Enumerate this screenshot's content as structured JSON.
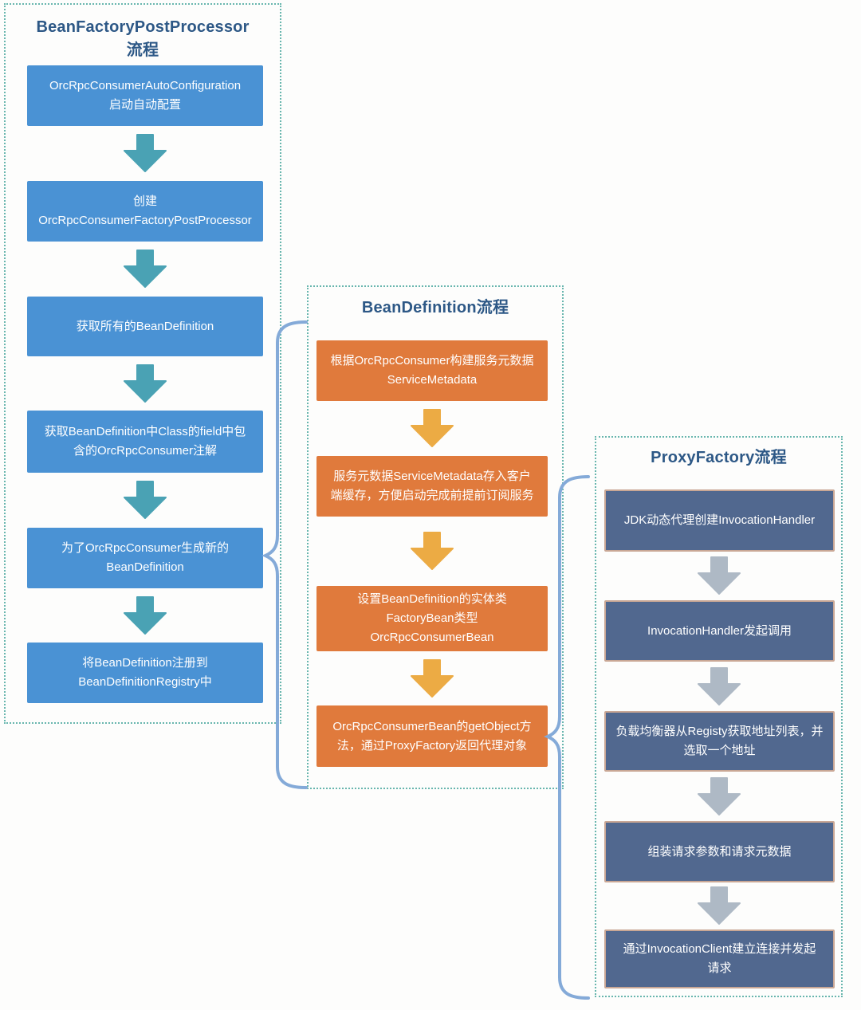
{
  "diagram": {
    "colors": {
      "background": "#fdfdfc",
      "panel_border": "#68b6ae",
      "title_text": "#2d5886",
      "box_text": "#ffffff",
      "brace": "#84aad8",
      "slate_box_border": "#c9a795"
    },
    "columns": [
      {
        "title": "BeanFactoryPostProcessor\n流程",
        "theme": "blue",
        "box_color": "#4a92d4",
        "arrow_color": "#4aa2b4",
        "steps": [
          "OrcRpcConsumerAutoConfiguration\n启动自动配置",
          "创建\nOrcRpcConsumerFactoryPostProcessor",
          "获取所有的BeanDefinition",
          "获取BeanDefinition中Class的field中包\n含的OrcRpcConsumer注解",
          "为了OrcRpcConsumer生成新的\nBeanDefinition",
          "将BeanDefinition注册到\nBeanDefinitionRegistry中"
        ]
      },
      {
        "title": "BeanDefinition流程",
        "theme": "orange",
        "box_color": "#e07a3c",
        "arrow_color": "#ecab44",
        "steps": [
          "根据OrcRpcConsumer构建服务元数据\nServiceMetadata",
          "服务元数据ServiceMetadata存入客户\n端缓存，方便启动完成前提前订阅服务",
          "设置BeanDefinition的实体类\nFactoryBean类型\nOrcRpcConsumerBean",
          "OrcRpcConsumerBean的getObject方\n法，通过ProxyFactory返回代理对象"
        ]
      },
      {
        "title": "ProxyFactory流程",
        "theme": "slate",
        "box_color": "#51688f",
        "arrow_color": "#aeb9c5",
        "steps": [
          "JDK动态代理创建InvocationHandler",
          "InvocationHandler发起调用",
          "负载均衡器从Registy获取地址列表，并\n选取一个地址",
          "组装请求参数和请求元数据",
          "通过InvocationClient建立连接并发起\n请求"
        ]
      }
    ],
    "connectors": [
      {
        "type": "curly-brace",
        "from_step": "为了OrcRpcConsumer生成新的BeanDefinition",
        "expands_to_panel": "BeanDefinition流程"
      },
      {
        "type": "curly-brace",
        "from_step": "OrcRpcConsumerBean的getObject方法，通过ProxyFactory返回代理对象",
        "expands_to_panel": "ProxyFactory流程"
      }
    ]
  }
}
